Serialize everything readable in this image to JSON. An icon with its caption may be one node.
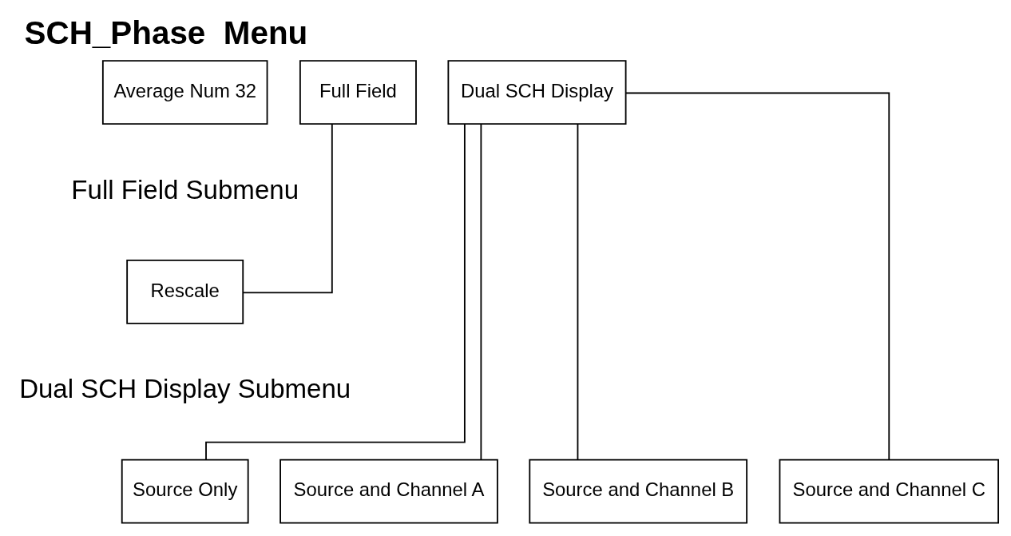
{
  "diagram": {
    "title": "SCH_Phase  Menu",
    "nodes": [
      {
        "text": [
          "Average Num 32"
        ]
      },
      {
        "text": [
          "Full Field"
        ]
      },
      {
        "text": [
          "Dual SCH Display"
        ]
      },
      {
        "text": [
          "Rescale"
        ]
      },
      {
        "text": [
          "Source Only"
        ]
      },
      {
        "text": [
          "Source and Channel A"
        ]
      },
      {
        "text": [
          "Source and Channel B"
        ]
      },
      {
        "text": [
          "Source and Channel C"
        ]
      }
    ],
    "edges": [
      {
        "from": 1,
        "to": 3,
        "arrow": "none"
      },
      {
        "from": 2,
        "to": 4,
        "arrow": "none"
      },
      {
        "from": 2,
        "to": 5,
        "arrow": "none"
      },
      {
        "from": 2,
        "to": 6,
        "arrow": "none"
      },
      {
        "from": 2,
        "to": 7,
        "arrow": "none"
      }
    ],
    "labels": [
      "Full Field Submenu",
      "Dual SCH Display Submenu"
    ]
  }
}
